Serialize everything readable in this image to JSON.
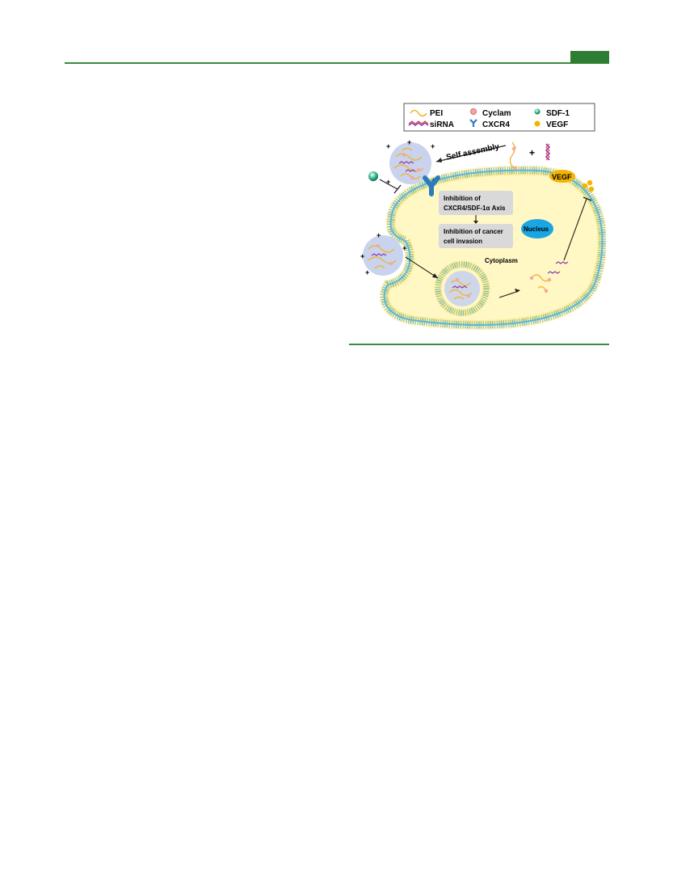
{
  "legend": {
    "pei": "PEI",
    "sirna": "siRNA",
    "cyclam": "Cyclam",
    "cxcr4": "CXCR4",
    "sdf1": "SDF-1",
    "vegf": "VEGF"
  },
  "diagram": {
    "self_assembly": "Self  assembly",
    "plus": "+",
    "vegf_label": "VEGF",
    "box1_line1": "Inhibition of",
    "box1_line2": "CXCR4/SDF-1α Axis",
    "box2_line1": "Inhibition of cancer",
    "box2_line2": "cell invasion",
    "nucleus": "Nucleus",
    "cytoplasm": "Cytoplasm"
  },
  "colors": {
    "accent_green": "#2f7d32",
    "membrane_blue": "#5bb6d8",
    "cell_fill": "#fff7c4",
    "membrane_yellow": "#f4d53a",
    "nucleus_blue": "#19a6e2",
    "vegf_orange": "#f5b400",
    "box_gray": "#d9d9d9"
  }
}
